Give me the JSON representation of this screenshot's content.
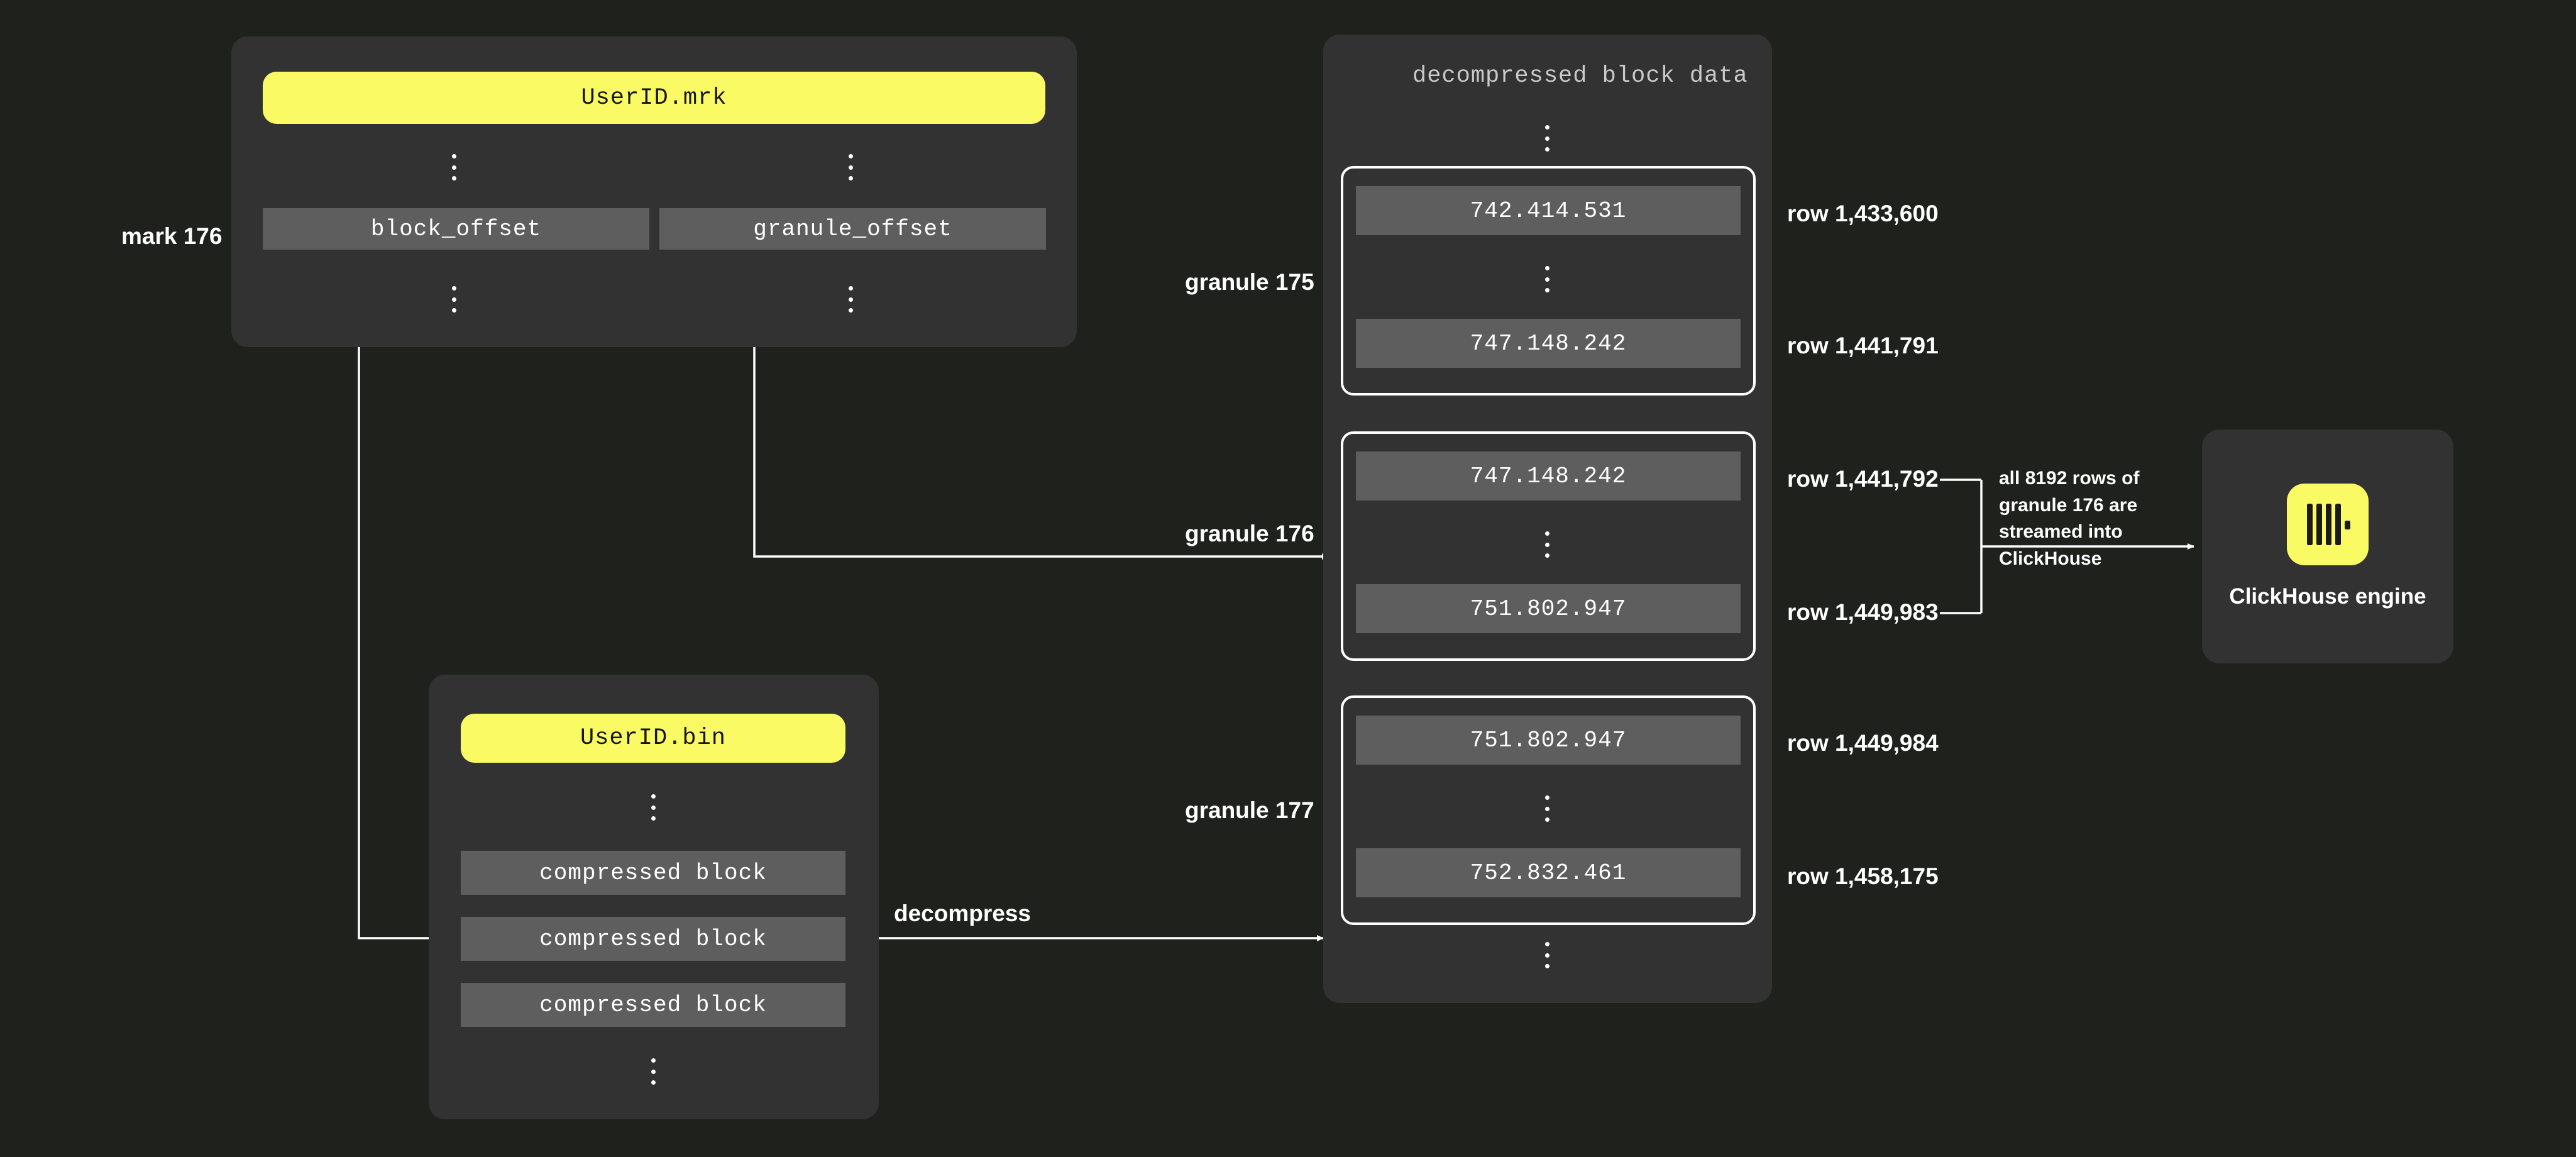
{
  "mark_file": {
    "label": "UserID.mrk",
    "mark_label": "mark 176",
    "columns": [
      {
        "name": "block_offset",
        "label": "block_offset"
      },
      {
        "name": "granule_offset",
        "label": "granule_offset"
      }
    ]
  },
  "bin_file": {
    "label": "UserID.bin",
    "blocks": [
      {
        "label": "compressed block"
      },
      {
        "label": "compressed block"
      },
      {
        "label": "compressed block"
      }
    ]
  },
  "decompressed": {
    "title": "decompressed block data",
    "granules": [
      {
        "name": "granule 175",
        "first_value": "742.414.531",
        "last_value": "747.148.242",
        "first_row": "row 1,433,600",
        "last_row": "row 1,441,791"
      },
      {
        "name": "granule 176",
        "first_value": "747.148.242",
        "last_value": "751.802.947",
        "first_row": "row 1,441,792",
        "last_row": "row 1,449,983"
      },
      {
        "name": "granule 177",
        "first_value": "751.802.947",
        "last_value": "752.832.461",
        "first_row": "row 1,449,984",
        "last_row": "row 1,458,175"
      }
    ]
  },
  "edges": {
    "decompress_label": "decompress",
    "stream_note": "all 8192 rows of granule 176 are streamed into ClickHouse"
  },
  "engine": {
    "label": "ClickHouse engine",
    "icon": "clickhouse-logo-icon"
  },
  "colors": {
    "background": "#1f211c",
    "panel": "#323232",
    "block": "#5e5e5e",
    "accent": "#fafa64",
    "text": "#ffffff"
  }
}
